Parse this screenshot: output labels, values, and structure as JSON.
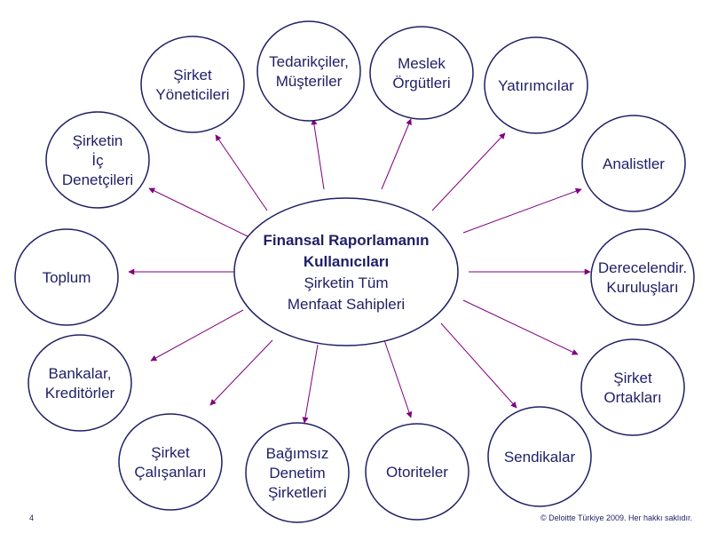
{
  "center": {
    "bold_lines": [
      "Finansal Raporlamanın",
      "Kullanıcıları"
    ],
    "normal_lines": [
      "Şirketin Tüm",
      "Menfaat Sahipleri"
    ]
  },
  "nodes": [
    {
      "id": "tedarikciler",
      "lines": [
        "Tedarikçiler,",
        "Müşteriler"
      ]
    },
    {
      "id": "meslek-orgutleri",
      "lines": [
        "Meslek",
        "Örgütleri"
      ]
    },
    {
      "id": "yatirimcilar",
      "lines": [
        "Yatırımcılar"
      ]
    },
    {
      "id": "analistler",
      "lines": [
        "Analistler"
      ]
    },
    {
      "id": "derecelendirme",
      "lines": [
        "Derecelendir.",
        "Kuruluşları"
      ]
    },
    {
      "id": "sirket-ortaklari",
      "lines": [
        "Şirket",
        "Ortakları"
      ]
    },
    {
      "id": "sendikalar",
      "lines": [
        "Sendikalar"
      ]
    },
    {
      "id": "otoriteler",
      "lines": [
        "Otoriteler"
      ]
    },
    {
      "id": "bagimsiz-denetim",
      "lines": [
        "Bağımsız",
        "Denetim",
        "Şirketleri"
      ]
    },
    {
      "id": "sirket-calisanlari",
      "lines": [
        "Şirket",
        "Çalışanları"
      ]
    },
    {
      "id": "bankalar",
      "lines": [
        "Bankalar,",
        "Kreditörler"
      ]
    },
    {
      "id": "toplum",
      "lines": [
        "Toplum"
      ]
    },
    {
      "id": "ic-denetciler",
      "lines": [
        "Şirketin",
        "İç",
        "Denetçileri"
      ]
    },
    {
      "id": "sirket-yoneticileri",
      "lines": [
        "Şirket",
        "Yöneticileri"
      ]
    }
  ],
  "footer": {
    "page_number": "4",
    "copyright": "© Deloitte Türkiye 2009. Her hakkı saklıdır."
  },
  "colors": {
    "line": "#1f1f66",
    "arrow": "#800080",
    "text": "#1f1f66"
  }
}
